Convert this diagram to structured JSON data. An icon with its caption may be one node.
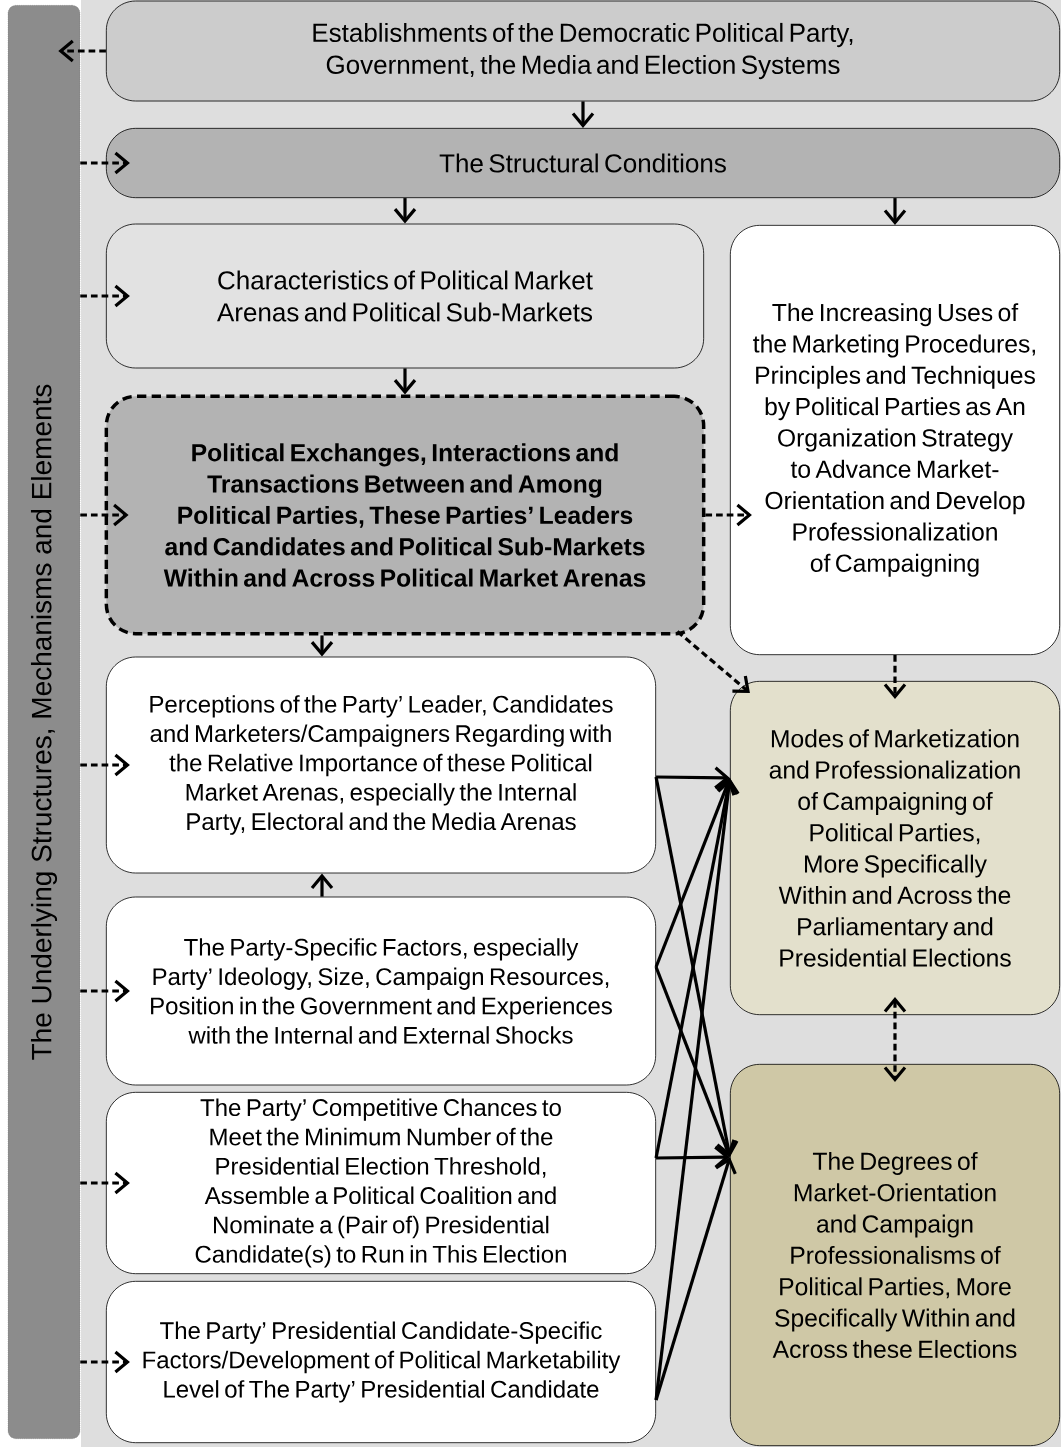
{
  "diagram": {
    "nodes": [
      {
        "text": [
          "The Underlying Structures, Mechanisms and Elements"
        ]
      },
      {
        "text": [
          "Establishments of the Democratic Political Party, Government, the Media and Election Systems"
        ]
      },
      {
        "text": [
          "The Structural Conditions"
        ]
      },
      {
        "text": [
          "Characteristics of Political Market Arenas and Political Sub-Markets"
        ]
      },
      {
        "text": [
          "The Increasing Uses of the Marketing Procedures, Principles and Techniques by Political Parties as An Organization Strategy to Advance Market-Orientation and Develop Professionalization of Campaigning"
        ]
      },
      {
        "text": [
          "Political Exchanges, Interactions and Transactions Between and Among Political Parties, These Parties’ Leaders and Candidates and Political Sub-Markets Within and Across Political Market Arenas"
        ]
      },
      {
        "text": [
          "Perceptions of the Party’ Leader, Candidates and Marketers/Campaigners Regarding with the Relative Importance of these Political Market Arenas, especially the Internal Party, Electoral and the Media Arenas"
        ]
      },
      {
        "text": [
          "The Party-Specific Factors, especially Party’ Ideology, Size, Campaign Resources, Position in the Government and Experiences with the Internal and External Shocks"
        ]
      },
      {
        "text": [
          "The Party’ Competitive Chances to Meet the Minimum Number of the Presidential Election Threshold, Assemble a Political Coalition and Nominate a (Pair of) Presidential Candidate(s) to Run in This Election"
        ]
      },
      {
        "text": [
          "The Party’ Presidential Candidate-Specific Factors/Development of Political Marketability Level of The Party’ Presidential Candidate"
        ]
      },
      {
        "text": [
          "Modes of Marketization and Professionalization of Campaigning of Political Parties, More Specifically Within and Across the Parliamentary and Presidential Elections"
        ]
      },
      {
        "text": [
          "The Degrees of Market-Orientation and Campaign Professionalisms of Political Parties, More Specifically Within and Across these Elections"
        ]
      }
    ],
    "edges": [
      {
        "from": 1,
        "to": 0,
        "arrow": "to",
        "style": "dashed"
      },
      {
        "from": 0,
        "to": 2,
        "arrow": "to",
        "style": "dashed"
      },
      {
        "from": 0,
        "to": 3,
        "arrow": "to",
        "style": "dashed"
      },
      {
        "from": 0,
        "to": 5,
        "arrow": "to",
        "style": "dashed"
      },
      {
        "from": 0,
        "to": 6,
        "arrow": "to",
        "style": "dashed"
      },
      {
        "from": 0,
        "to": 7,
        "arrow": "to",
        "style": "dashed"
      },
      {
        "from": 0,
        "to": 8,
        "arrow": "to",
        "style": "dashed"
      },
      {
        "from": 0,
        "to": 9,
        "arrow": "to",
        "style": "dashed"
      },
      {
        "from": 1,
        "to": 2,
        "arrow": "to"
      },
      {
        "from": 2,
        "to": 3,
        "arrow": "to"
      },
      {
        "from": 2,
        "to": 4,
        "arrow": "to"
      },
      {
        "from": 3,
        "to": 5,
        "arrow": "to"
      },
      {
        "from": 5,
        "to": 4,
        "arrow": "to",
        "style": "dashed"
      },
      {
        "from": 5,
        "to": 6,
        "arrow": "to"
      },
      {
        "from": 5,
        "to": 10,
        "arrow": "to",
        "style": "dashed"
      },
      {
        "from": 7,
        "to": 6,
        "arrow": "to"
      },
      {
        "from": 4,
        "to": 10,
        "arrow": "to",
        "style": "dashed"
      },
      {
        "from": 10,
        "to": 11,
        "arrow": "both",
        "style": "dashed"
      },
      {
        "from": 6,
        "to": 10,
        "arrow": "to"
      },
      {
        "from": 6,
        "to": 11,
        "arrow": "to"
      },
      {
        "from": 7,
        "to": 10,
        "arrow": "to"
      },
      {
        "from": 7,
        "to": 11,
        "arrow": "to"
      },
      {
        "from": 8,
        "to": 10,
        "arrow": "to"
      },
      {
        "from": 8,
        "to": 11,
        "arrow": "to"
      },
      {
        "from": 9,
        "to": 10,
        "arrow": "to"
      },
      {
        "from": 9,
        "to": 11,
        "arrow": "to"
      }
    ]
  }
}
